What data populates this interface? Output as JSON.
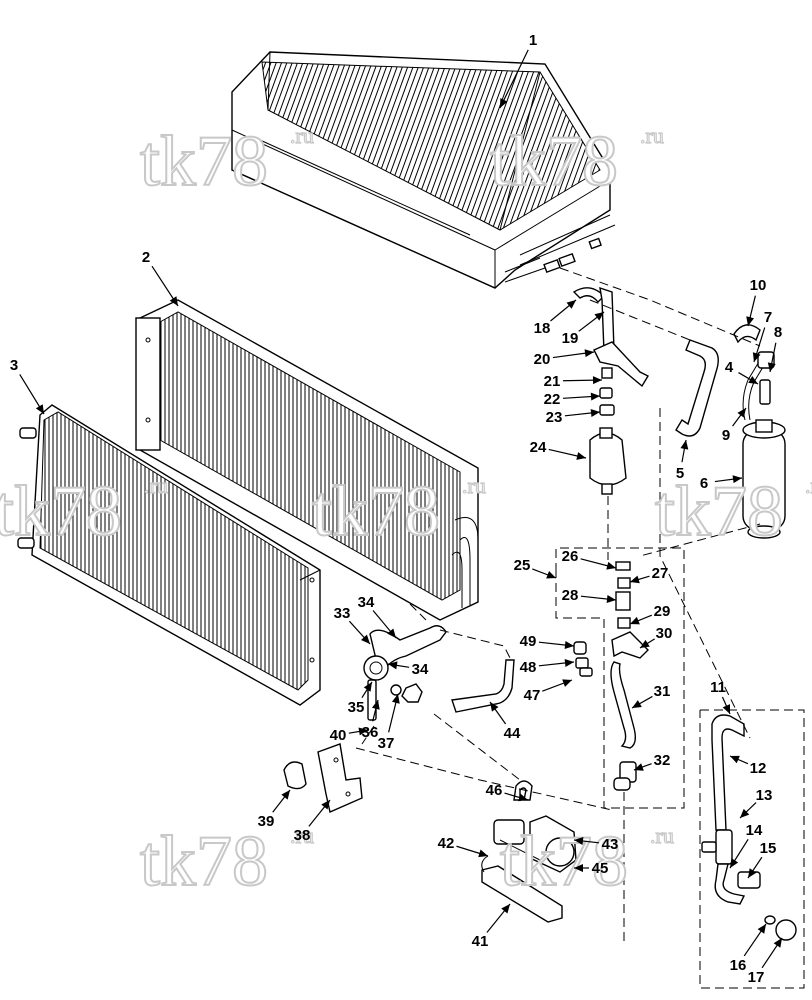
{
  "watermarks": [
    {
      "text": "tk78",
      "sup": ".ru"
    },
    {
      "text": "tk78",
      "sup": ".ru"
    },
    {
      "text": "tk78",
      "sup": ".ru"
    },
    {
      "text": "tk78",
      "sup": ".ru"
    },
    {
      "text": "tk78",
      "sup": ".ru"
    },
    {
      "text": "tk78",
      "sup": ".ru"
    },
    {
      "text": "tk78",
      "sup": ".ru"
    }
  ],
  "callouts": [
    {
      "id": "1",
      "label": "1"
    },
    {
      "id": "2",
      "label": "2"
    },
    {
      "id": "3",
      "label": "3"
    },
    {
      "id": "4",
      "label": "4"
    },
    {
      "id": "5",
      "label": "5"
    },
    {
      "id": "6",
      "label": "6"
    },
    {
      "id": "7",
      "label": "7"
    },
    {
      "id": "8",
      "label": "8"
    },
    {
      "id": "9",
      "label": "9"
    },
    {
      "id": "10",
      "label": "10"
    },
    {
      "id": "11",
      "label": "11"
    },
    {
      "id": "12",
      "label": "12"
    },
    {
      "id": "13",
      "label": "13"
    },
    {
      "id": "14",
      "label": "14"
    },
    {
      "id": "15",
      "label": "15"
    },
    {
      "id": "16",
      "label": "16"
    },
    {
      "id": "17",
      "label": "17"
    },
    {
      "id": "18",
      "label": "18"
    },
    {
      "id": "19",
      "label": "19"
    },
    {
      "id": "20",
      "label": "20"
    },
    {
      "id": "21",
      "label": "21"
    },
    {
      "id": "22",
      "label": "22"
    },
    {
      "id": "23",
      "label": "23"
    },
    {
      "id": "24",
      "label": "24"
    },
    {
      "id": "25",
      "label": "25"
    },
    {
      "id": "26",
      "label": "26"
    },
    {
      "id": "27",
      "label": "27"
    },
    {
      "id": "28",
      "label": "28"
    },
    {
      "id": "29",
      "label": "29"
    },
    {
      "id": "30",
      "label": "30"
    },
    {
      "id": "31",
      "label": "31"
    },
    {
      "id": "32",
      "label": "32"
    },
    {
      "id": "33a",
      "label": "33"
    },
    {
      "id": "34a",
      "label": "34"
    },
    {
      "id": "34b",
      "label": "34"
    },
    {
      "id": "35",
      "label": "35"
    },
    {
      "id": "36",
      "label": "36"
    },
    {
      "id": "37",
      "label": "37"
    },
    {
      "id": "38",
      "label": "38"
    },
    {
      "id": "39",
      "label": "39"
    },
    {
      "id": "40",
      "label": "40"
    },
    {
      "id": "41",
      "label": "41"
    },
    {
      "id": "42",
      "label": "42"
    },
    {
      "id": "43",
      "label": "43"
    },
    {
      "id": "44",
      "label": "44"
    },
    {
      "id": "45",
      "label": "45"
    },
    {
      "id": "46",
      "label": "46"
    },
    {
      "id": "47",
      "label": "47"
    },
    {
      "id": "48",
      "label": "48"
    },
    {
      "id": "49",
      "label": "49"
    }
  ]
}
